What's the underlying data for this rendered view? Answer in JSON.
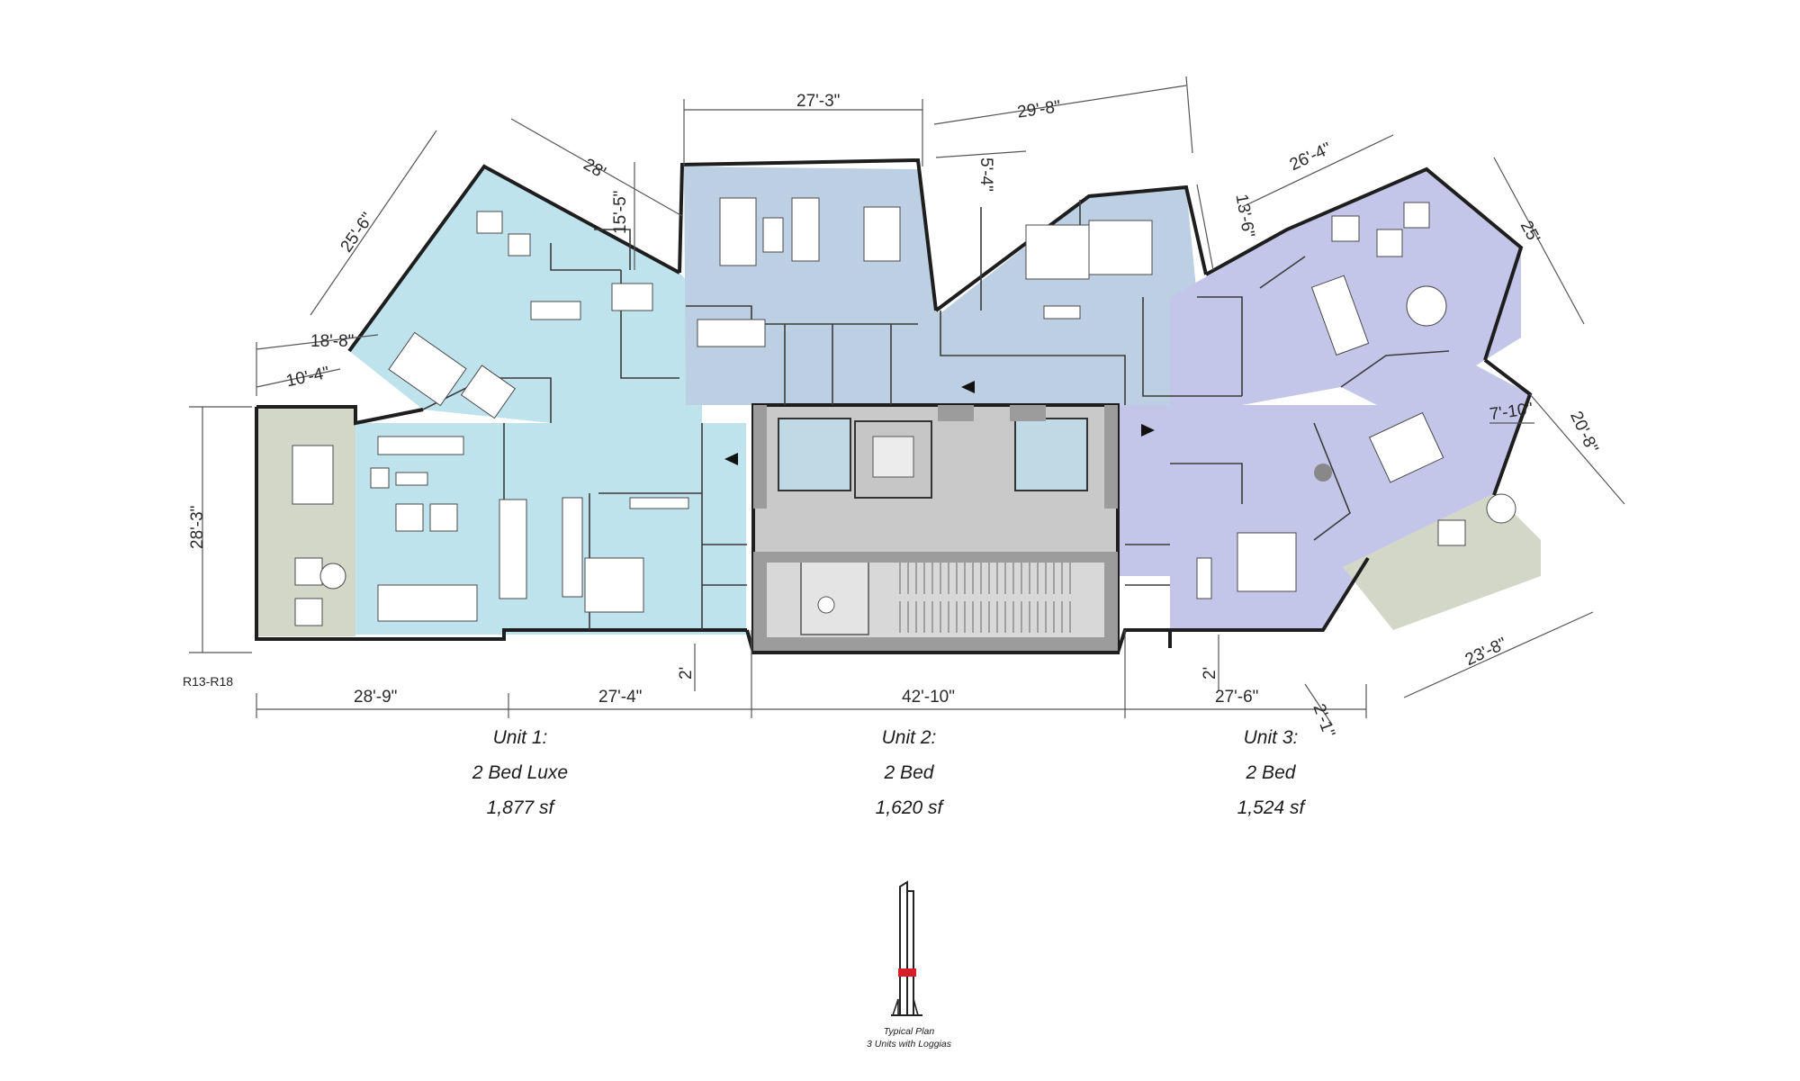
{
  "plan_code": "R13-R18",
  "colors": {
    "unit1": "#bfe3ec",
    "unit2": "#bccfe3",
    "unit3": "#c3c6e8",
    "core": "#c9c9c9",
    "core_wall": "#9c9c9c",
    "loggia": "#d3d7c8"
  },
  "dimensions": {
    "d_27_3": "27'-3\"",
    "d_29_8": "29'-8\"",
    "d_28": "28'",
    "d_25_6": "25'-6\"",
    "d_15_5": "15'-5\"",
    "d_5_4": "5'-4\"",
    "d_13_6": "13'-6\"",
    "d_26_4": "26'-4\"",
    "d_25": "25'",
    "d_18_8": "18'-8\"",
    "d_10_4": "10'-4\"",
    "d_28_3": "28'-3\"",
    "d_7_10": "7'-10\"",
    "d_20_8": "20'-8\"",
    "d_23_8": "23'-8\"",
    "d_28_9": "28'-9\"",
    "d_27_4": "27'-4\"",
    "d_42_10": "42'-10\"",
    "d_27_6": "27'-6\"",
    "d_2_left": "2'",
    "d_2_right": "2'",
    "d_2_1": "2'-1\""
  },
  "units": [
    {
      "name": "Unit 1:",
      "type": "2 Bed Luxe",
      "area": "1,877 sf"
    },
    {
      "name": "Unit 2:",
      "type": "2 Bed",
      "area": "1,620 sf"
    },
    {
      "name": "Unit 3:",
      "type": "2 Bed",
      "area": "1,524 sf"
    }
  ],
  "key_plan": {
    "line1": "Typical Plan",
    "line2": "3 Units with Loggias"
  }
}
